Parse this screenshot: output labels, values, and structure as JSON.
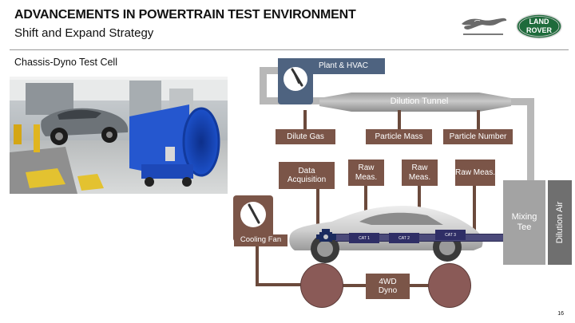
{
  "header": {
    "title": "ADVANCEMENTS IN POWERTRAIN TEST ENVIRONMENT",
    "subtitle": "Shift and Expand Strategy"
  },
  "logos": {
    "jaguar_text": "JAGUAR",
    "landrover_line1": "LAND",
    "landrover_line2": "ROVER"
  },
  "section_label": "Chassis-Dyno Test Cell",
  "diagram": {
    "plant_hvac": "Plant & HVAC",
    "dilution_tunnel": "Dilution Tunnel",
    "dilute_gas": "Dilute Gas",
    "particle_mass": "Particle Mass",
    "particle_number": "Particle Number",
    "data_acquisition": "Data Acquisition",
    "raw_meas_1": "Raw Meas.",
    "raw_meas_2": "Raw Meas.",
    "raw_meas_3": "Raw Meas.",
    "mixing_tee": "Mixing Tee",
    "dilution_air": "Dilution Air",
    "cooling_fan": "Cooling Fan",
    "cat_1": "CAT 1",
    "cat_2": "CAT 2",
    "cat_3": "CAT 3",
    "dyno": "4WD Dyno"
  },
  "colors": {
    "brown": "#7b5548",
    "blue_grey": "#4e6380",
    "pipe_grey": "#b8b8b8",
    "dyno_roller": "#8a5a57",
    "landrover_green": "#1e6b3b"
  },
  "page_number": "16"
}
